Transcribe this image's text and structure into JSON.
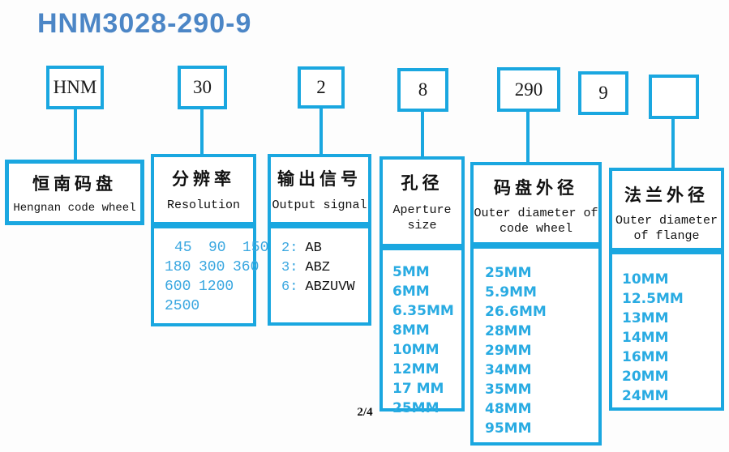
{
  "title": "HNM3028-290-9",
  "footer": {
    "page_number": "2/4"
  },
  "colors": {
    "accent_cyan": "#1aa7e0",
    "title_blue": "#4c86c6",
    "value_blue": "#29abe2",
    "resolution_blue": "#3aa7e0"
  },
  "code_boxes": [
    {
      "label": "HNM"
    },
    {
      "label": "30"
    },
    {
      "label": "2"
    },
    {
      "label": "8"
    },
    {
      "label": "290"
    },
    {
      "label": "9"
    },
    {
      "label": ""
    }
  ],
  "categories": {
    "brand": {
      "zh": "恒南码盘",
      "en": "Hengnan code wheel"
    },
    "resolution": {
      "zh": "分辨率",
      "en": "Resolution",
      "value_rows": [
        [
          "45",
          "90",
          "150"
        ],
        [
          "180",
          "300",
          "360"
        ],
        [
          "600",
          "1200"
        ],
        [
          "2500"
        ]
      ]
    },
    "output_signal": {
      "zh": "输出信号",
      "en": "Output signal",
      "options": [
        {
          "code": "2:",
          "signal": "AB"
        },
        {
          "code": "3:",
          "signal": "ABZ"
        },
        {
          "code": "6:",
          "signal": "ABZUVW"
        }
      ]
    },
    "aperture": {
      "zh": "孔径",
      "en": "Aperture size",
      "values": [
        "5MM",
        "6MM",
        "6.35MM",
        "8MM",
        "10MM",
        "12MM",
        "17 MM",
        "25MM"
      ]
    },
    "code_wheel_od": {
      "zh": "码盘外径",
      "en": "Outer diameter of code wheel",
      "values": [
        "25MM",
        "5.9MM",
        "26.6MM",
        "28MM",
        "29MM",
        "34MM",
        "35MM",
        "48MM",
        "95MM"
      ]
    },
    "flange_od": {
      "zh": "法兰外径",
      "en": "Outer diameter of flange",
      "values": [
        "10MM",
        "12.5MM",
        "13MM",
        "14MM",
        "16MM",
        "20MM",
        "24MM"
      ]
    }
  }
}
